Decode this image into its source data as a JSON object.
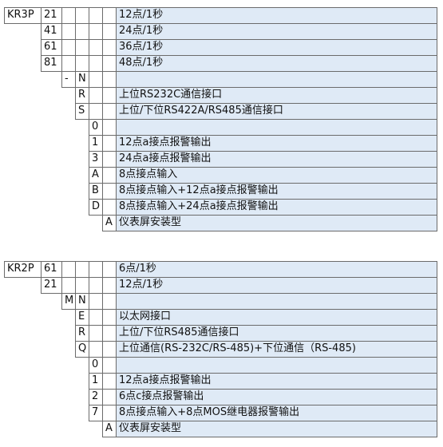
{
  "section_kr3p": {
    "model": "KR3P",
    "rows": [
      {
        "code": "21",
        "desc": "12点/1秒"
      },
      {
        "code": "41",
        "desc": "24点/1秒"
      },
      {
        "code": "61",
        "desc": "36点/1秒"
      },
      {
        "code": "81",
        "desc": "48点/1秒"
      }
    ],
    "dash": "-",
    "comm": [
      {
        "code": "N",
        "desc": ""
      },
      {
        "code": "R",
        "desc": "上位RS232C通信接口"
      },
      {
        "code": "S",
        "desc": "上位/下位RS422A/RS485通信接口"
      }
    ],
    "alarm": [
      {
        "code": "0",
        "desc": ""
      },
      {
        "code": "1",
        "desc": "12点a接点报警输出"
      },
      {
        "code": "3",
        "desc": "24点a接点报警输出"
      },
      {
        "code": "A",
        "desc": "8点接点输入"
      },
      {
        "code": "B",
        "desc": "8点接点输入+12点a接点报警输出"
      },
      {
        "code": "D",
        "desc": "8点接点输入+24点a接点报警输出"
      }
    ],
    "mount": {
      "code": "A",
      "desc": "仪表屏安装型"
    }
  },
  "section_kr2p": {
    "model": "KR2P",
    "rows": [
      {
        "code": "61",
        "desc": "6点/1秒"
      },
      {
        "code": "21",
        "desc": "12点/1秒"
      }
    ],
    "m": "M",
    "comm": [
      {
        "code": "N",
        "desc": ""
      },
      {
        "code": "E",
        "desc": "以太网接口"
      },
      {
        "code": "R",
        "desc": "上位/下位RS485通信接口"
      },
      {
        "code": "Q",
        "desc": "上位通信(RS-232C/RS-485)+下位通信（RS-485)"
      }
    ],
    "alarm": [
      {
        "code": "0",
        "desc": ""
      },
      {
        "code": "1",
        "desc": "12点a接点报警输出"
      },
      {
        "code": "2",
        "desc": "6点c接点报警输出"
      },
      {
        "code": "7",
        "desc": "8点接点输入+8点MOS继电器报警输出"
      }
    ],
    "mount": {
      "code": "A",
      "desc": "仪表屏安装型"
    }
  }
}
